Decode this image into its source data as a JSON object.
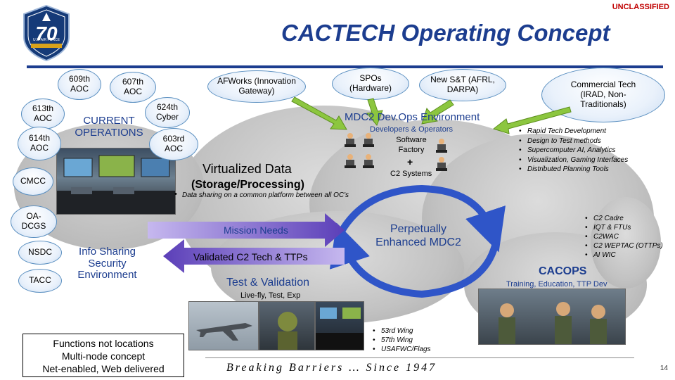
{
  "classification": "UNCLASSIFIED",
  "logo": {
    "number": "70",
    "caption": "U.S. AIR FORCE"
  },
  "title": "CACTECH Operating Concept",
  "current_ops": {
    "label": "CURRENT OPERATIONS",
    "nodes": {
      "aoc609": "609th AOC",
      "aoc607": "607th AOC",
      "aoc613": "613th AOC",
      "aoc614": "614th AOC",
      "aoc624": "624th Cyber",
      "aoc603": "603rd AOC",
      "cmcc": "CMCC",
      "oadcgs": "OA-DCGS",
      "nsdc": "NSDC",
      "tacc": "TACC"
    }
  },
  "info_sharing": "Info Sharing Security Environment",
  "afworks": "AFWorks (Innovation Gateway)",
  "spos": "SPOs (Hardware)",
  "new_st": "New S&T (AFRL, DARPA)",
  "commercial": {
    "label": "Commercial Tech (IRAD, Non-Traditionals)",
    "bullets": [
      "Rapid Tech Development",
      "Design to Test methods",
      "Supercomputer AI, Analytics",
      "Visualization, Gaming Interfaces",
      "Distributed Planning Tools"
    ]
  },
  "devops": {
    "title": "MDC2 Dev.Ops Environment",
    "dev_ops": "Developers & Operators",
    "software_factory": "Software Factory",
    "plus": "+",
    "c2_systems": "C2 Systems"
  },
  "virtualized": {
    "title": "Virtualized Data",
    "subtitle": "(Storage/Processing)",
    "bullet": "Data sharing on a common platform between all OC's"
  },
  "mission_needs": "Mission Needs",
  "validated": "Validated C2 Tech & TTPs",
  "test_validation": "Test & Validation",
  "live_fly": "Live-fly, Test, Exp",
  "perpetually": "Perpetually Enhanced MDC2",
  "cacops": {
    "label": "CACOPS",
    "sub": "Training, Education, TTP Dev",
    "bullets": [
      "C2 Cadre",
      "IQT & FTUs",
      "C2WAC",
      "C2 WEPTAC (OTTPs)",
      "AI WIC"
    ]
  },
  "wings": [
    "53rd Wing",
    "57th Wing",
    "USAFWC/Flags"
  ],
  "functions_box": {
    "line1": "Functions not locations",
    "line2": "Multi-node concept",
    "line3": "Net-enabled, Web delivered"
  },
  "footer": "Breaking Barriers … Since 1947",
  "page_number": "14",
  "colors": {
    "navy": "#1c3d8f",
    "bubble_border": "#5a8fc0",
    "cloud_gray": "#c2c2c2",
    "arrow_purple": "#5b3fb8",
    "arrow_green": "#8cc63f",
    "loop_blue": "#2f55c8"
  }
}
